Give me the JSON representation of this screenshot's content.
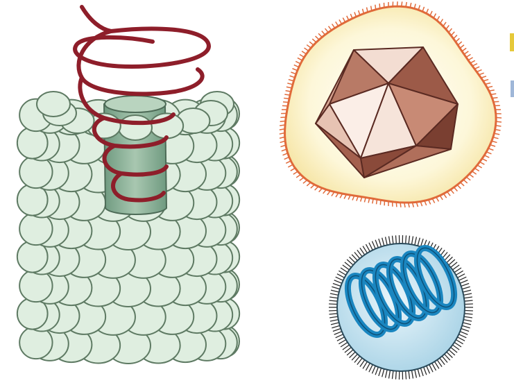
{
  "figures": [
    {
      "subject": "tobacco-mosaic-virus-capsid",
      "icon": "helical-capsid-icon"
    },
    {
      "subject": "icosahedral-virus",
      "icon": "icosahedron-icon"
    },
    {
      "subject": "enveloped-helical-virus",
      "icon": "enveloped-virus-icon"
    }
  ],
  "colors": {
    "capsomer": "#dfeee0",
    "capsomer_outline": "#5e7a63",
    "rna_helix": "#8e1e2a",
    "core": "#8fb09a",
    "icosahedron_face_light": "#f3ddd2",
    "icosahedron_face_dark": "#8a4a3a",
    "envelope_fill": "#fbf3c8",
    "envelope_fringe": "#e06a3a",
    "sphere_fill": "#bfe0ee",
    "sphere_spikes": "#2a2a2a",
    "inner_helix": "#1a86c0"
  }
}
